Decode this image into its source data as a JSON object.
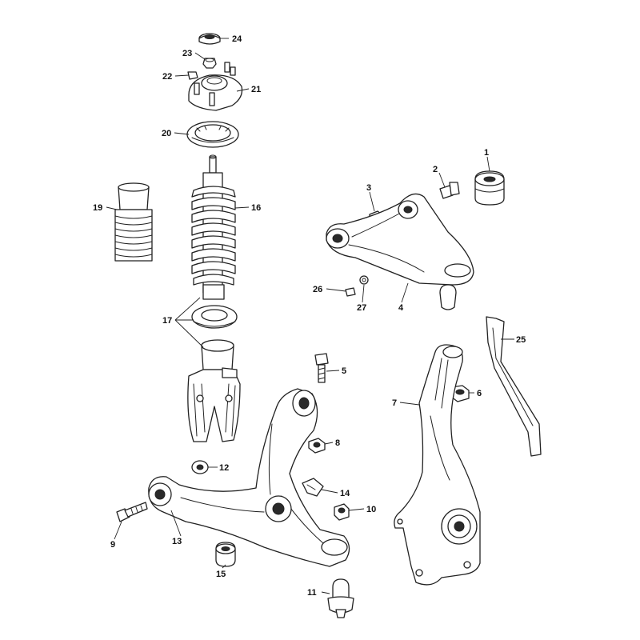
{
  "callouts": [
    {
      "id": "1",
      "label": "1"
    },
    {
      "id": "2",
      "label": "2"
    },
    {
      "id": "3",
      "label": "3"
    },
    {
      "id": "4",
      "label": "4"
    },
    {
      "id": "5",
      "label": "5"
    },
    {
      "id": "6",
      "label": "6"
    },
    {
      "id": "7",
      "label": "7"
    },
    {
      "id": "8",
      "label": "8"
    },
    {
      "id": "9",
      "label": "9"
    },
    {
      "id": "10",
      "label": "10"
    },
    {
      "id": "11",
      "label": "11"
    },
    {
      "id": "12",
      "label": "12"
    },
    {
      "id": "13",
      "label": "13"
    },
    {
      "id": "14",
      "label": "14"
    },
    {
      "id": "15",
      "label": "15"
    },
    {
      "id": "16",
      "label": "16"
    },
    {
      "id": "17",
      "label": "17"
    },
    {
      "id": "19",
      "label": "19"
    },
    {
      "id": "20",
      "label": "20"
    },
    {
      "id": "21",
      "label": "21"
    },
    {
      "id": "22",
      "label": "22"
    },
    {
      "id": "23",
      "label": "23"
    },
    {
      "id": "24",
      "label": "24"
    },
    {
      "id": "25",
      "label": "25"
    },
    {
      "id": "26",
      "label": "26"
    },
    {
      "id": "27",
      "label": "27"
    }
  ],
  "colors": {
    "line": "#222222",
    "background": "#ffffff"
  }
}
